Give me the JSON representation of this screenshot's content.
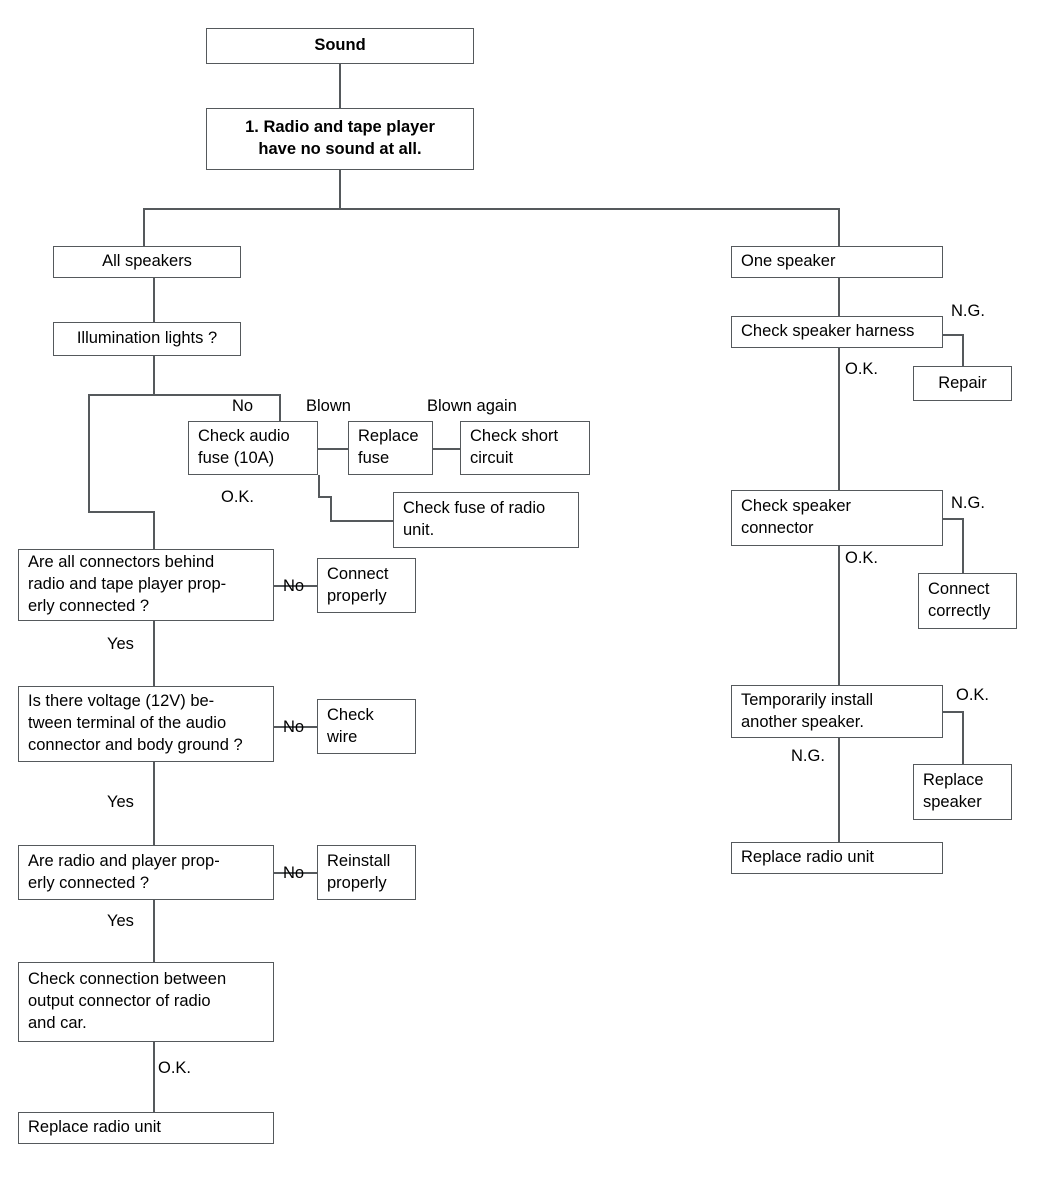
{
  "diagram": {
    "title": "Sound troubleshooting flowchart",
    "type": "flowchart",
    "line_color": "#55595c",
    "background": "#ffffff"
  },
  "nodes": {
    "sound": "Sound",
    "symptom": "1. Radio and tape player\nhave no sound at all.",
    "all_speakers": "All speakers",
    "illumination": "Illumination lights ?",
    "check_audio_fuse": "Check audio\nfuse (10A)",
    "replace_fuse": "Replace\nfuse",
    "check_short": "Check short\ncircuit",
    "check_fuse_radio": "Check fuse of radio\nunit.",
    "connectors_q": "Are all connectors behind\nradio and tape player prop-\nerly connected ?",
    "connect_properly": "Connect\nproperly",
    "voltage_q": "Is there voltage (12V) be-\ntween terminal of the audio\nconnector and body ground ?",
    "check_wire": "Check\nwire",
    "radio_player_q": "Are radio and player prop-\nerly connected ?",
    "reinstall_properly": "Reinstall\nproperly",
    "check_connection": "Check connection between\noutput connector of radio\nand car.",
    "replace_radio_left": "Replace radio unit",
    "one_speaker": "One speaker",
    "check_speaker_harness": "Check speaker harness",
    "repair": "Repair",
    "check_speaker_connector": "Check speaker\nconnector",
    "connect_correctly": "Connect\ncorrectly",
    "temp_install": "Temporarily install\nanother speaker.",
    "replace_speaker": "Replace\nspeaker",
    "replace_radio_right": "Replace radio unit"
  },
  "edge_labels": {
    "no_illumination": "No",
    "blown": "Blown",
    "blown_again": "Blown again",
    "ok_fuse": "O.K.",
    "no_connectors": "No",
    "yes_connectors": "Yes",
    "no_voltage": "No",
    "yes_voltage": "Yes",
    "no_radio_player": "No",
    "yes_radio_player": "Yes",
    "ok_connection": "O.K.",
    "ng_harness": "N.G.",
    "ok_harness": "O.K.",
    "ng_connector": "N.G.",
    "ok_connector": "O.K.",
    "ok_temp": "O.K.",
    "ng_temp": "N.G."
  }
}
